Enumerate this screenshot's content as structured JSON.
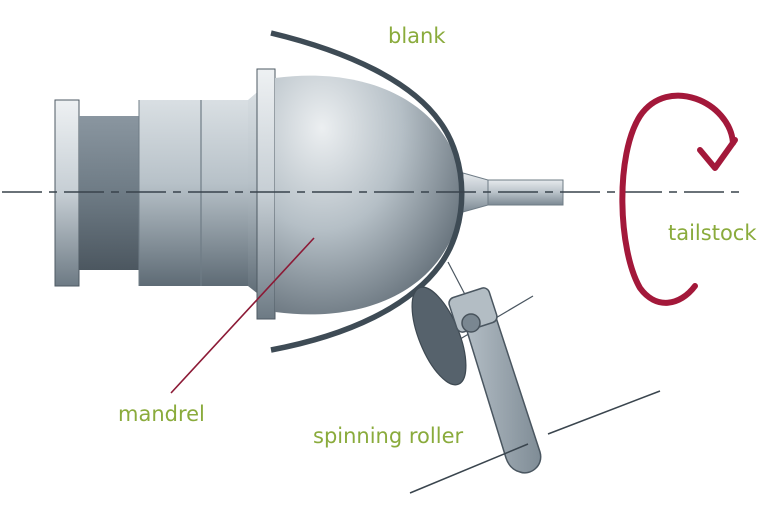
{
  "labels": {
    "blank": "blank",
    "tailstock": "tailstock",
    "mandrel": "mandrel",
    "spinning_roller": "spinning roller"
  },
  "colors": {
    "label_text": "#8aab3c",
    "rotation_arrow": "#a3183a",
    "blank_sheet": "#3e4b55",
    "leader_line": "#8c1a36",
    "metal_light": "#c8d0d6",
    "metal_mid": "#a6b1ba",
    "metal_dark": "#65737e"
  },
  "icons": {
    "rotation": "rotation-arrow-icon"
  }
}
